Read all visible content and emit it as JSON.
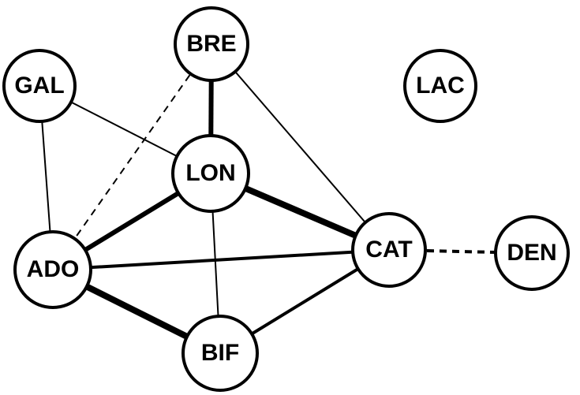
{
  "colors": {
    "background": "#ffffff",
    "stroke": "#000000",
    "node_fill": "#ffffff"
  },
  "nodes": [
    {
      "id": "BRE",
      "label": "BRE"
    },
    {
      "id": "GAL",
      "label": "GAL"
    },
    {
      "id": "LAC",
      "label": "LAC"
    },
    {
      "id": "LON",
      "label": "LON"
    },
    {
      "id": "ADO",
      "label": "ADO"
    },
    {
      "id": "CAT",
      "label": "CAT"
    },
    {
      "id": "DEN",
      "label": "DEN"
    },
    {
      "id": "BIF",
      "label": "BIF"
    }
  ],
  "edges": [
    {
      "from": "GAL",
      "to": "ADO",
      "weight": "thin",
      "style": "solid"
    },
    {
      "from": "GAL",
      "to": "LON",
      "weight": "thin",
      "style": "solid"
    },
    {
      "from": "BRE",
      "to": "LON",
      "weight": "thick",
      "style": "solid"
    },
    {
      "from": "BRE",
      "to": "CAT",
      "weight": "thin",
      "style": "solid"
    },
    {
      "from": "BRE",
      "to": "ADO",
      "weight": "thin",
      "style": "dashed"
    },
    {
      "from": "LON",
      "to": "ADO",
      "weight": "thick",
      "style": "solid"
    },
    {
      "from": "LON",
      "to": "CAT",
      "weight": "very-thick",
      "style": "solid"
    },
    {
      "from": "LON",
      "to": "BIF",
      "weight": "thin",
      "style": "solid"
    },
    {
      "from": "ADO",
      "to": "CAT",
      "weight": "medium",
      "style": "solid"
    },
    {
      "from": "ADO",
      "to": "BIF",
      "weight": "very-thick",
      "style": "solid"
    },
    {
      "from": "CAT",
      "to": "BIF",
      "weight": "medium",
      "style": "solid"
    },
    {
      "from": "CAT",
      "to": "DEN",
      "weight": "medium",
      "style": "dashed"
    }
  ]
}
